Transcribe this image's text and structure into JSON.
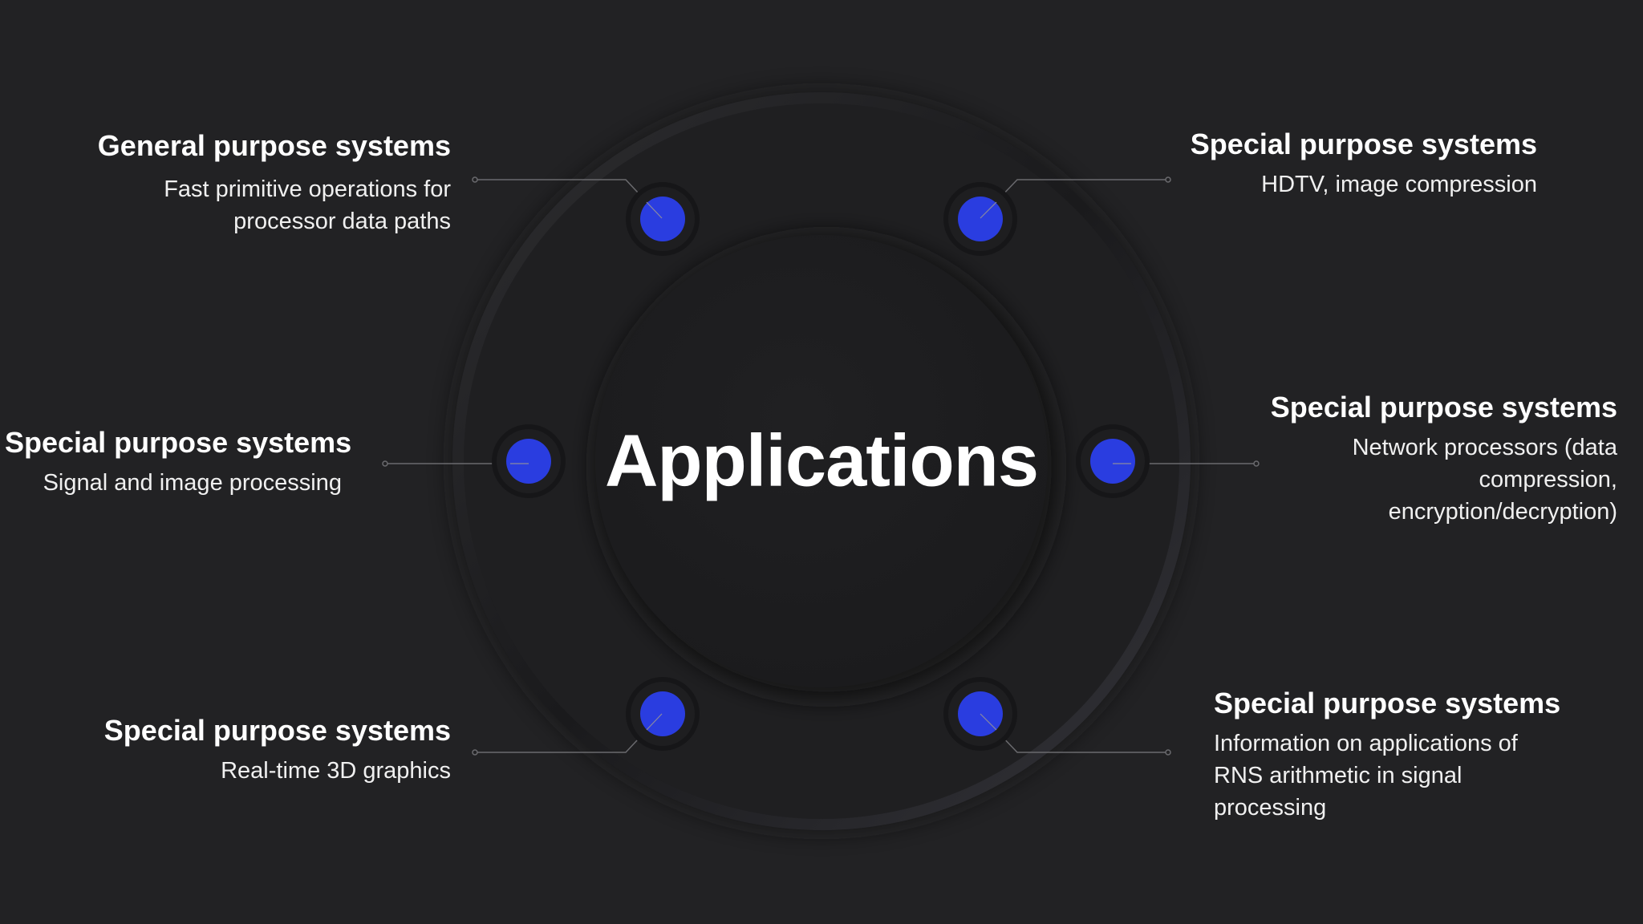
{
  "center": {
    "title": "Applications"
  },
  "colors": {
    "background": "#222224",
    "ring": "#1e1e20",
    "dot": "#2a3de0",
    "connector": "#6a6a6e",
    "text": "#ffffff"
  },
  "items": [
    {
      "heading": "General purpose systems",
      "description": [
        "Fast primitive operations for",
        "processor data paths"
      ]
    },
    {
      "heading": "Special purpose systems",
      "description": [
        "HDTV, image compression"
      ]
    },
    {
      "heading": "Special purpose systems",
      "description": [
        "Signal and image processing"
      ]
    },
    {
      "heading": "Special purpose systems",
      "description": [
        "Network processors (data",
        "compression,",
        "encryption/decryption)"
      ]
    },
    {
      "heading": "Special purpose systems",
      "description": [
        "Real-time 3D graphics"
      ]
    },
    {
      "heading": "Special purpose systems",
      "description": [
        "Information on applications of",
        "RNS arithmetic in signal",
        "processing"
      ]
    }
  ]
}
